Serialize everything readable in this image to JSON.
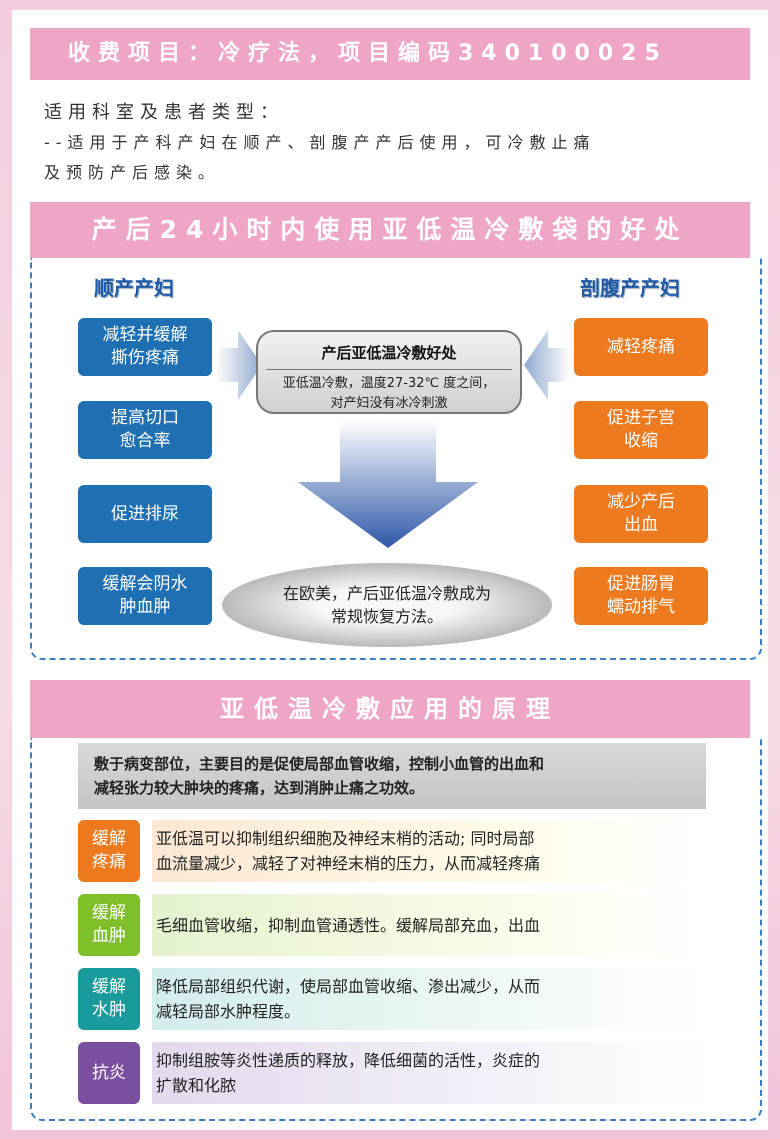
{
  "header": {
    "charge_item": "收费项目：冷疗法，项目编码340100025"
  },
  "intro": {
    "title": "适用科室及患者类型：",
    "line1": "--适用于产科产妇在顺产、剖腹产产后使用，可冷敷止痛",
    "line2": "及预防产后感染。"
  },
  "section1": {
    "title": "产后24小时内使用亚低温冷敷袋的好处",
    "left_head": "顺产产妇",
    "right_head": "剖腹产产妇",
    "left_items": [
      "减轻并缓解\n撕伤疼痛",
      "提高切口\n愈合率",
      "促进排尿",
      "缓解会阴水\n肿血肿"
    ],
    "right_items": [
      "减轻疼痛",
      "促进子宫\n收缩",
      "减少产后\n出血",
      "促进肠胃\n蠕动排气"
    ],
    "center_title": "产后亚低温冷敷好处",
    "center_text1": "亚低温冷敷，温度27-32℃ 度之间，",
    "center_text2": "对产妇没有冰冷刺激",
    "ellipse_text1": "在欧美，产后亚低温冷敷成为",
    "ellipse_text2": "常规恢复方法。"
  },
  "section2": {
    "title": "亚低温冷敷应用的原理",
    "principle1": "敷于病变部位，主要目的是促使局部血管收缩，控制小血管的出血和",
    "principle2": "减轻张力较大肿块的疼痛，达到消肿止痛之功效。",
    "rows": [
      {
        "tag1": "缓解",
        "tag2": "疼痛",
        "d1": "亚低温可以抑制组织细胞及神经末梢的活动; 同时局部",
        "d2": "血流量减少，减轻了对神经末梢的压力，从而减轻疼痛"
      },
      {
        "tag1": "缓解",
        "tag2": "血肿",
        "d1": "毛细血管收缩，抑制血管通透性。缓解局部充血，出血",
        "d2": ""
      },
      {
        "tag1": "缓解",
        "tag2": "水肿",
        "d1": "降低局部组织代谢，使局部血管收缩、渗出减少，从而",
        "d2": "减轻局部水肿程度。"
      },
      {
        "tag1": "抗炎",
        "tag2": "",
        "d1": "抑制组胺等炎性递质的释放，降低细菌的活性，炎症的",
        "d2": "扩散和化脓"
      }
    ]
  },
  "colors": {
    "band": "#efa6c6",
    "blue": "#1f6fb3",
    "orange": "#ee7a1f",
    "tags": [
      "#ee7a1f",
      "#7fbf2a",
      "#1a9a9a",
      "#7b4fa0"
    ]
  }
}
